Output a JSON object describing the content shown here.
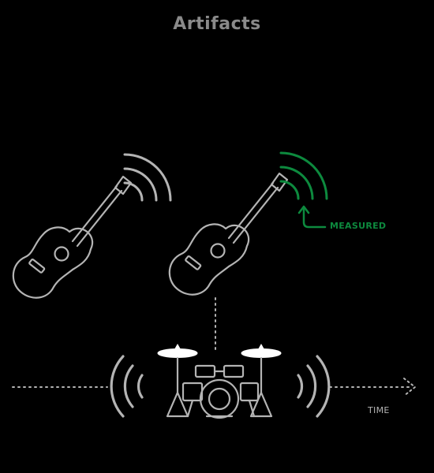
{
  "diagram": {
    "title": "Artifacts",
    "measured_label": "MEASURED",
    "time_label": "TIME"
  },
  "colors": {
    "background": "#000000",
    "line": "#b4b4b4",
    "title": "#8a8a8a",
    "accent": "#0d8a3e",
    "cymbal": "#ffffff"
  },
  "icons": {
    "left_guitar": "acoustic-guitar-icon",
    "right_guitar": "acoustic-guitar-icon",
    "drums": "drum-kit-icon",
    "waves": "sound-wave-icon",
    "arrow": "arrow-right-icon"
  }
}
